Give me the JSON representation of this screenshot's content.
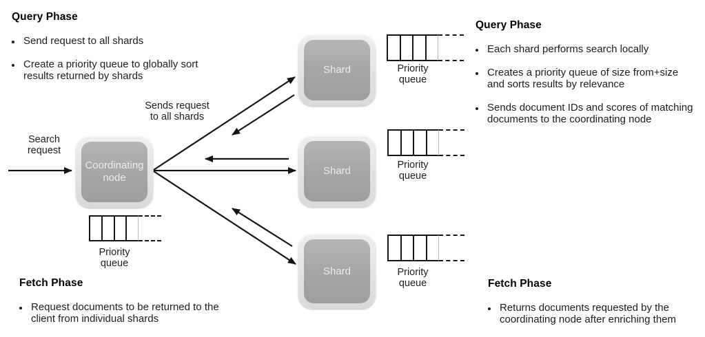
{
  "sections": {
    "query_left": {
      "heading": "Query Phase",
      "bullets": [
        "Send request to all shards",
        "Create a priority queue to globally sort results returned by shards"
      ]
    },
    "query_right": {
      "heading": "Query Phase",
      "bullets": [
        "Each shard performs search locally",
        "Creates a priority queue of size from+size and sorts results by relevance",
        "Sends document IDs and scores of matching documents to the coordinating node"
      ]
    },
    "fetch_left": {
      "heading": "Fetch Phase",
      "bullets": [
        "Request documents to be returned to the client from individual shards"
      ]
    },
    "fetch_right": {
      "heading": "Fetch Phase",
      "bullets": [
        "Returns documents requested by the coordinating node after enriching them"
      ]
    }
  },
  "nodes": {
    "coordinating": {
      "label": "Coordinating node"
    },
    "shards": [
      {
        "label": "Shard"
      },
      {
        "label": "Shard"
      },
      {
        "label": "Shard"
      }
    ]
  },
  "annotations": {
    "search_request": "Search request",
    "sends_request": "Sends request to all shards"
  },
  "queues": {
    "label": "Priority queue",
    "count": 4,
    "bold_cells": 3,
    "faint_cells": 1
  },
  "colors": {
    "background": "#ffffff",
    "text": "#1d1d1d",
    "heading": "#000000",
    "arrow": "#141414",
    "queue_border": "#141414",
    "node_outer": "#e4e4e4",
    "node_inner": "#a7a7a7",
    "node_label": "#ececec"
  }
}
